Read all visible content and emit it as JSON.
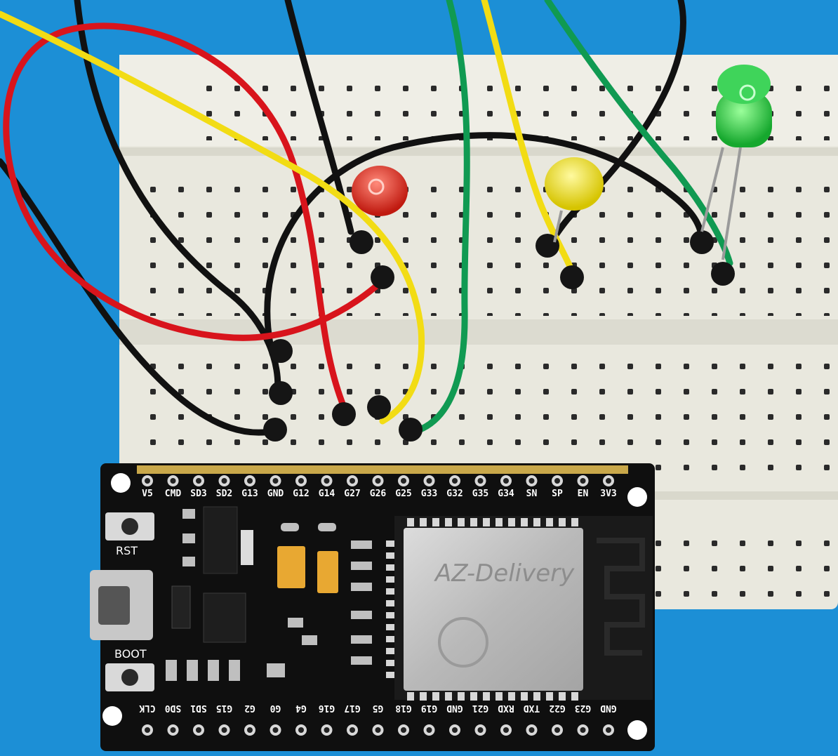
{
  "board": {
    "module_brand": "AZ-Delivery",
    "button_rst": "RST",
    "button_boot": "BOOT",
    "top_pins": [
      "V5",
      "CMD",
      "SD3",
      "SD2",
      "G13",
      "GND",
      "G12",
      "G14",
      "G27",
      "G26",
      "G25",
      "G33",
      "G32",
      "G35",
      "G34",
      "SN",
      "SP",
      "EN",
      "3V3"
    ],
    "bottom_pins": [
      "CLK",
      "SD0",
      "SD1",
      "G15",
      "G2",
      "G0",
      "G4",
      "G16",
      "G17",
      "G5",
      "G18",
      "G19",
      "GND",
      "G21",
      "RXD",
      "TXD",
      "G22",
      "G23",
      "GND"
    ]
  },
  "leds": [
    {
      "color": "red",
      "hex": "#e02418"
    },
    {
      "color": "yellow",
      "hex": "#e8e21c"
    },
    {
      "color": "green",
      "hex": "#22c640"
    }
  ],
  "wires": {
    "red": "#d8141c",
    "black": "#111111",
    "yellow": "#f2dc14",
    "green": "#109a52"
  },
  "colors": {
    "background": "#1c8fd6",
    "breadboard": "#ecebe2",
    "pcb": "#0f0f0f"
  }
}
